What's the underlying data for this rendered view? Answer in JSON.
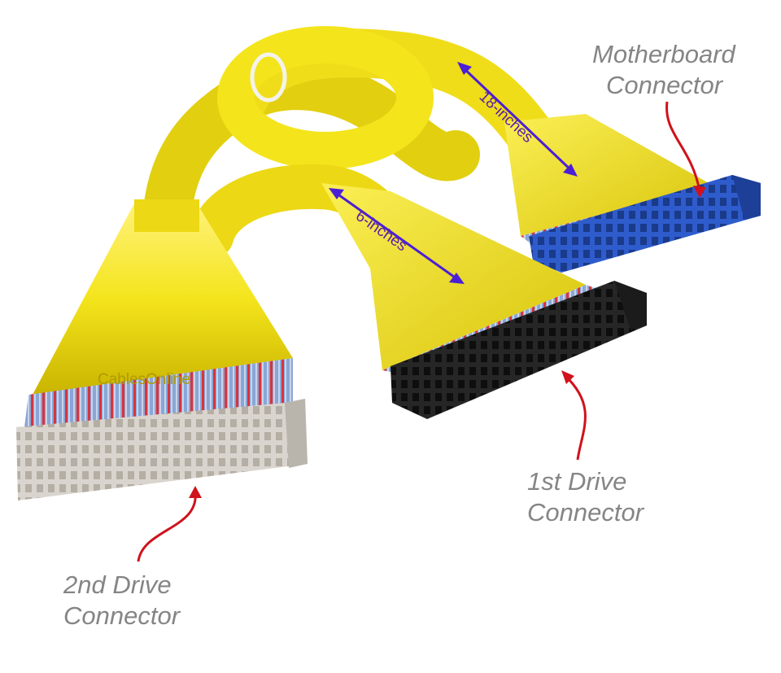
{
  "callouts": {
    "motherboard": {
      "line1": "Motherboard",
      "line2": "Connector"
    },
    "first_drive": {
      "line1": "1st Drive",
      "line2": "Connector"
    },
    "second_drive": {
      "line1": "2nd Drive",
      "line2": "Connector"
    }
  },
  "measurements": {
    "long_segment": "18-inches",
    "short_segment": "6-inches"
  },
  "brand_text": "CablesOnline",
  "colors": {
    "cable_yellow": "#f4e41c",
    "motherboard_connector": "#2f58c8",
    "first_drive_connector": "#2a2a2a",
    "second_drive_connector": "#d6d2ca",
    "callout_text": "#858585",
    "callout_arrow": "#d0121c",
    "measure_arrow": "#4b1fd6",
    "measure_text": "#5a1fa8"
  }
}
